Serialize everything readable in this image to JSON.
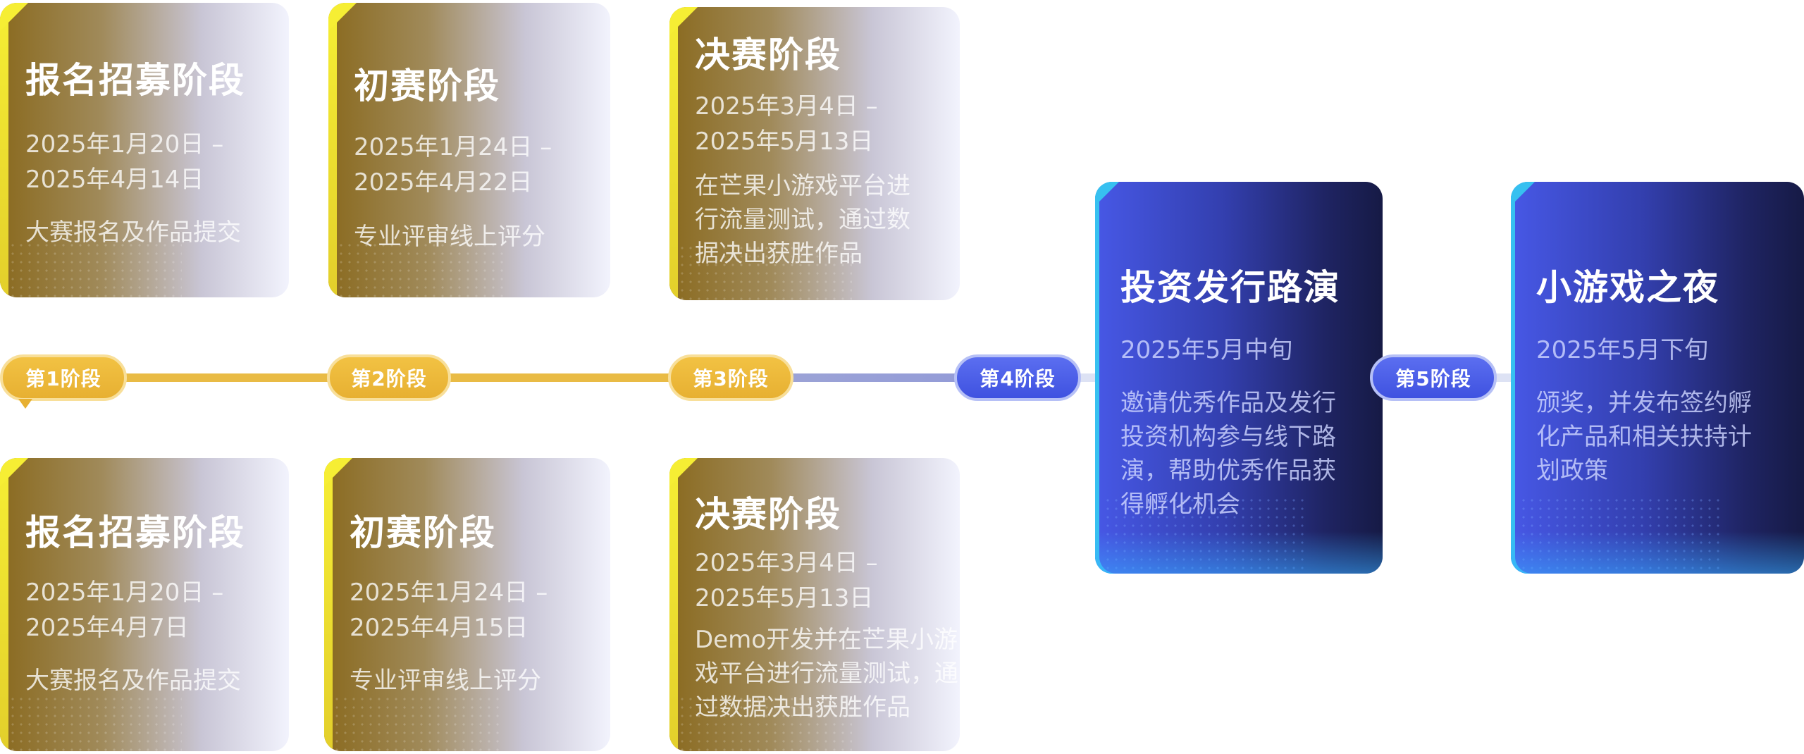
{
  "pills": [
    {
      "label": "第1阶段"
    },
    {
      "label": "第2阶段"
    },
    {
      "label": "第3阶段"
    },
    {
      "label": "第4阶段"
    },
    {
      "label": "第5阶段"
    }
  ],
  "top_cards": [
    {
      "title": "报名招募阶段",
      "date_line1": "2025年1月20日 –",
      "date_line2": "2025年4月14日",
      "desc": "大赛报名及作品提交"
    },
    {
      "title": "初赛阶段",
      "date_line1": "2025年1月24日 –",
      "date_line2": "2025年4月22日",
      "desc": "专业评审线上评分"
    },
    {
      "title": "决赛阶段",
      "date_line1": "2025年3月4日 –",
      "date_line2": "2025年5月13日",
      "desc": "在芒果小游戏平台进行流量测试，通过数据决出获胜作品"
    }
  ],
  "bottom_cards": [
    {
      "title": "报名招募阶段",
      "date_line1": "2025年1月20日 –",
      "date_line2": "2025年4月7日",
      "desc": "大赛报名及作品提交"
    },
    {
      "title": "初赛阶段",
      "date_line1": "2025年1月24日 –",
      "date_line2": "2025年4月15日",
      "desc": "专业评审线上评分"
    },
    {
      "title": "决赛阶段",
      "date_line1": "2025年3月4日 –",
      "date_line2": "2025年5月13日",
      "desc": "Demo开发并在芒果小游戏平台进行流量测试，通过数据决出获胜作品"
    }
  ],
  "blue_cards": [
    {
      "title": "投资发行路演",
      "date": "2025年5月中旬",
      "desc": "邀请优秀作品及发行投资机构参与线下路演，帮助优秀作品获得孵化机会"
    },
    {
      "title": "小游戏之夜",
      "date": "2025年5月下旬",
      "desc": "颁奖，并发布签约孵化产品和相关扶持计划政策"
    }
  ],
  "colors": {
    "gold_accent": "#f6ee34",
    "gold_pill": "#e7b032",
    "blue_pill": "#3f52e0",
    "blue_accent": "#37c0f0"
  }
}
